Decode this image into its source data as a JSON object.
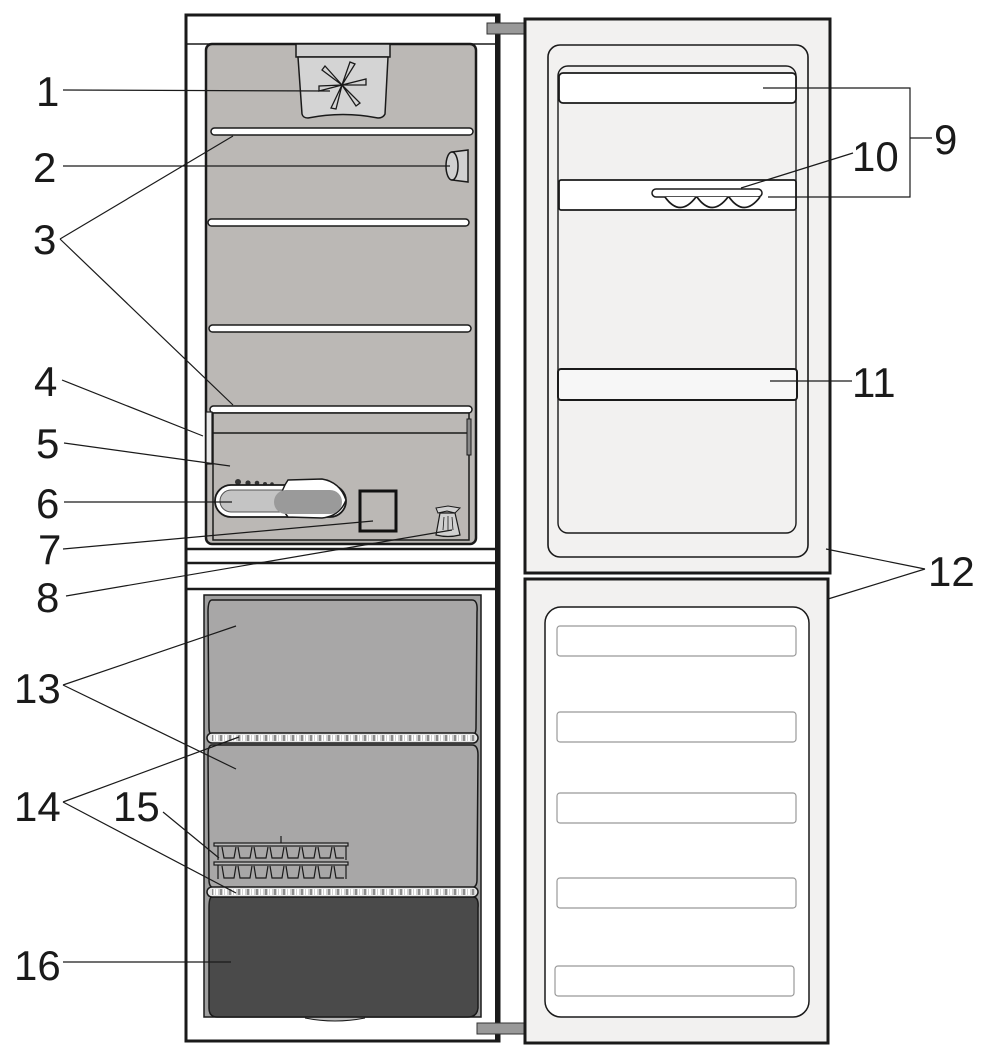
{
  "diagram": {
    "subject": "Fridge-freezer with doors open",
    "colors": {
      "fridge_interior": "#bbb8b5",
      "freezer_drawer": "#a8a7a7",
      "freezer_bottom_drawer": "#4a4a4a",
      "door_panel": "#f2f1f0",
      "hinge": "#999999",
      "outline": "#1a1a1a"
    },
    "labels": [
      {
        "id": "1",
        "text": "1"
      },
      {
        "id": "2",
        "text": "2"
      },
      {
        "id": "3",
        "text": "3"
      },
      {
        "id": "4",
        "text": "4"
      },
      {
        "id": "5",
        "text": "5"
      },
      {
        "id": "6",
        "text": "6"
      },
      {
        "id": "7",
        "text": "7"
      },
      {
        "id": "8",
        "text": "8"
      },
      {
        "id": "9",
        "text": "9"
      },
      {
        "id": "10",
        "text": "10"
      },
      {
        "id": "11",
        "text": "11"
      },
      {
        "id": "12",
        "text": "12"
      },
      {
        "id": "13",
        "text": "13"
      },
      {
        "id": "14",
        "text": "14"
      },
      {
        "id": "15",
        "text": "15"
      },
      {
        "id": "16",
        "text": "16"
      }
    ]
  }
}
